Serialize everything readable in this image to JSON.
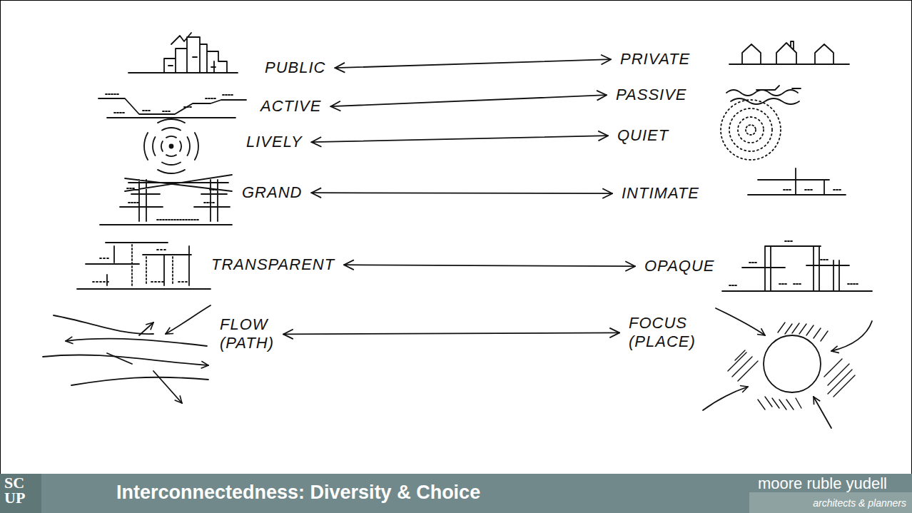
{
  "diagram": {
    "title": "Interconnectedness: Diversity & Choice",
    "nodes": [
      {
        "text": [
          "PUBLIC"
        ]
      },
      {
        "text": [
          "PRIVATE"
        ]
      },
      {
        "text": [
          "ACTIVE"
        ]
      },
      {
        "text": [
          "PASSIVE"
        ]
      },
      {
        "text": [
          "LIVELY"
        ]
      },
      {
        "text": [
          "QUIET"
        ]
      },
      {
        "text": [
          "GRAND"
        ]
      },
      {
        "text": [
          "INTIMATE"
        ]
      },
      {
        "text": [
          "TRANSPARENT"
        ]
      },
      {
        "text": [
          "OPAQUE"
        ]
      },
      {
        "text": [
          "FLOW (PATH)"
        ]
      },
      {
        "text": [
          "FOCUS (PLACE)"
        ]
      }
    ],
    "edges": [
      {
        "from": 0,
        "to": 1,
        "arrow": "both"
      },
      {
        "from": 2,
        "to": 3,
        "arrow": "both"
      },
      {
        "from": 4,
        "to": 5,
        "arrow": "both"
      },
      {
        "from": 6,
        "to": 7,
        "arrow": "both"
      },
      {
        "from": 8,
        "to": 9,
        "arrow": "both"
      },
      {
        "from": 10,
        "to": 11,
        "arrow": "both"
      }
    ],
    "labels": [
      "SC UP",
      "moore ruble yudell",
      "architects & planners"
    ]
  }
}
